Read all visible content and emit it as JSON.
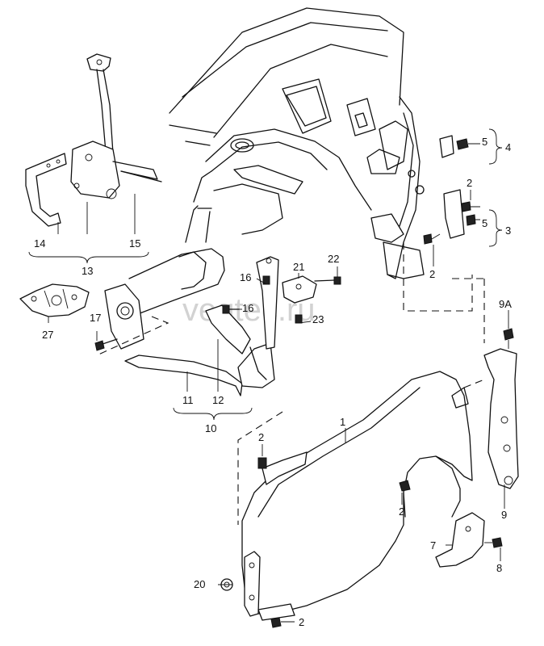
{
  "watermark": "vegtec.ru",
  "callouts": {
    "c1": "1",
    "c2a": "2",
    "c2b": "2",
    "c2c": "2",
    "c2d": "2",
    "c2e": "2",
    "c3": "3",
    "c4": "4",
    "c5a": "5",
    "c5b": "5",
    "c7": "7",
    "c8": "8",
    "c9": "9",
    "c9a": "9A",
    "c10": "10",
    "c11": "11",
    "c12": "12",
    "c13": "13",
    "c14": "14",
    "c15": "15",
    "c16a": "16",
    "c16b": "16",
    "c17": "17",
    "c20": "20",
    "c21": "21",
    "c22": "22",
    "c23": "23",
    "c27": "27"
  }
}
